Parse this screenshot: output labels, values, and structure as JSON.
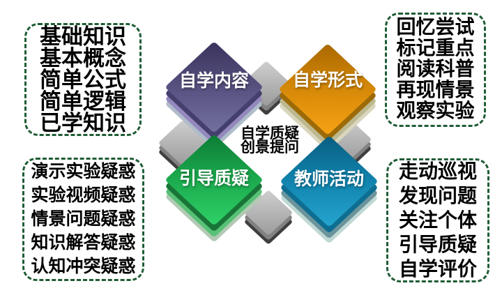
{
  "diagram": {
    "center_text": {
      "line1": "自学质疑",
      "line2": "创景提问"
    },
    "blocks": [
      {
        "label": "自学内容",
        "color": "#575180"
      },
      {
        "label": "自学形式",
        "color": "#e8940a"
      },
      {
        "label": "引导质疑",
        "color": "#1cab4e"
      },
      {
        "label": "教师活动",
        "color": "#1184ae"
      }
    ],
    "connector_color": "#b5b5b5"
  },
  "panels": {
    "top_left": {
      "lines": [
        "基础知识",
        "基本概念",
        "简单公式",
        "简单逻辑",
        "已学知识"
      ]
    },
    "top_right": {
      "lines": [
        "回忆尝试",
        "标记重点",
        "阅读科普",
        "再现情景",
        "观察实验"
      ]
    },
    "bottom_left": {
      "lines": [
        "演示实验疑惑",
        "实验视频疑惑",
        "情景问题疑惑",
        "知识解答疑惑",
        "认知冲突疑惑"
      ]
    },
    "bottom_right": {
      "lines": [
        "走动巡视",
        "发现问题",
        "关注个体",
        "引导质疑",
        "自学评价"
      ]
    }
  },
  "style": {
    "panel_border_color": "#1f5c35",
    "text_color": "#000000",
    "background": "#ffffff"
  }
}
